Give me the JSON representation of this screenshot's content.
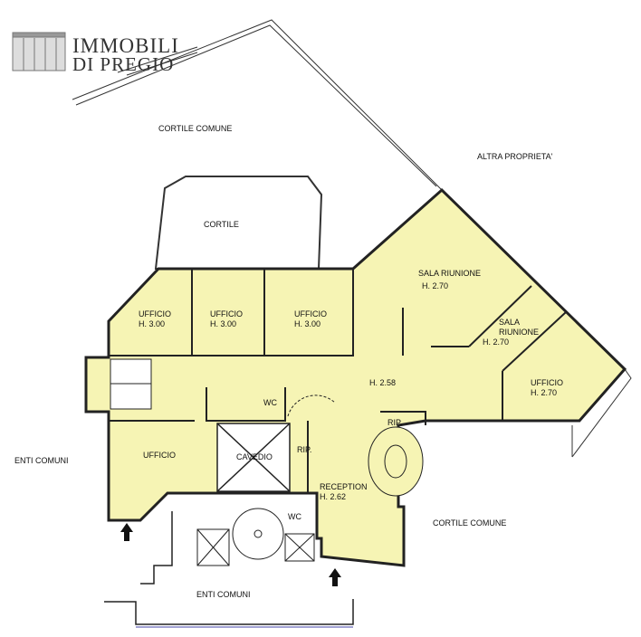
{
  "logo": {
    "line1": "IMMOBILI",
    "line2": "DI PREGIO"
  },
  "colors": {
    "room_fill": "#f6f4b4",
    "wall": "#222222"
  },
  "areas": {
    "cortile_comune_top": "CORTILE COMUNE",
    "altra_proprieta": "ALTRA PROPRIETA'",
    "cortile": "CORTILE",
    "enti_comuni_left": "ENTI COMUNI",
    "enti_comuni_bottom": "ENTI COMUNI",
    "cortile_comune_right": "CORTILE COMUNE"
  },
  "rooms": [
    {
      "name": "UFFICIO",
      "height": "H. 3.00"
    },
    {
      "name": "UFFICIO",
      "height": "H. 3.00"
    },
    {
      "name": "UFFICIO",
      "height": "H. 3.00"
    },
    {
      "name": "SALA RIUNIONE",
      "height": "H. 2.70"
    },
    {
      "name": "SALA RIUNIONE",
      "height": "H. 2.70"
    },
    {
      "name": "UFFICIO",
      "height": "H. 2.70"
    },
    {
      "name": "",
      "height": "H. 2.58"
    },
    {
      "name": "WC",
      "height": ""
    },
    {
      "name": "RIP.",
      "height": ""
    },
    {
      "name": "UFFICIO",
      "height": ""
    },
    {
      "name": "CAVEDIO",
      "height": ""
    },
    {
      "name": "RIP.",
      "height": ""
    },
    {
      "name": "RECEPTION",
      "height": "H. 2.62"
    },
    {
      "name": "WC",
      "height": ""
    }
  ]
}
